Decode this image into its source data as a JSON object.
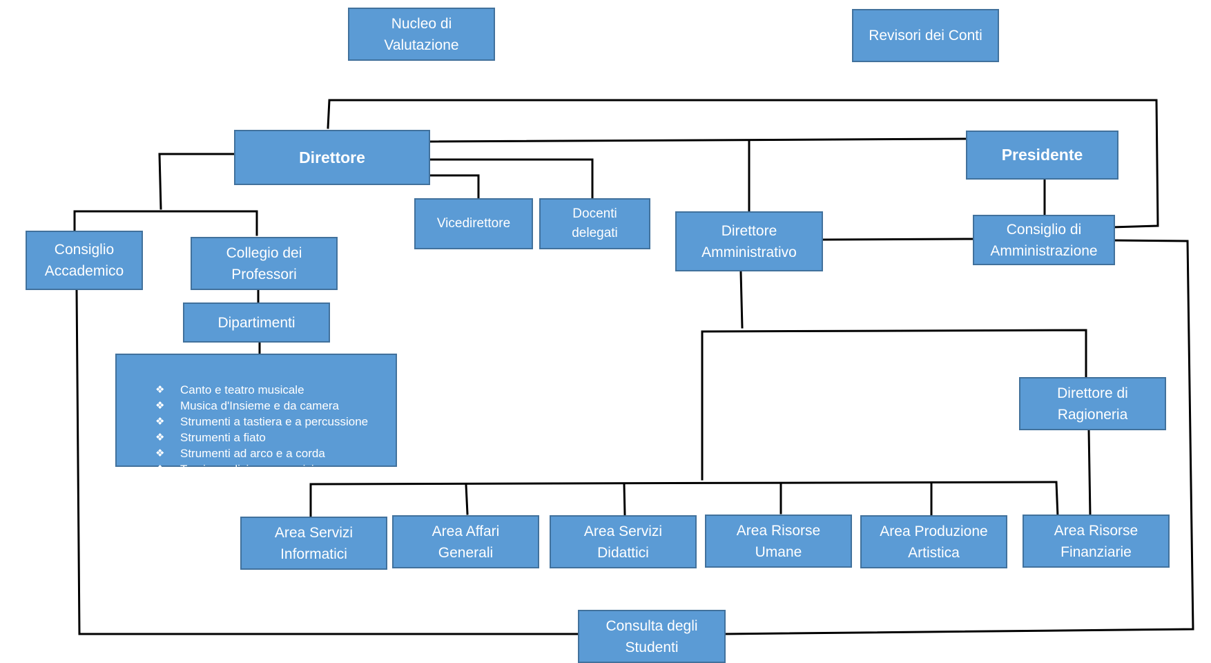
{
  "boxes": {
    "nucleo": "Nucleo di\nValutazione",
    "revisori": "Revisori dei Conti",
    "direttore": "Direttore",
    "presidente": "Presidente",
    "consiglio_accademico": "Consiglio\nAccademico",
    "collegio": "Collegio dei\nProfessori",
    "vicedirettore": "Vicedirettore",
    "docenti": "Docenti\ndelegati",
    "direttore_amministrativo": "Direttore\nAmministrativo",
    "consiglio_amministrazione": "Consiglio di\nAmministrazione",
    "dipartimenti": "Dipartimenti",
    "direttore_ragioneria": "Direttore di\nRagioneria",
    "area_servizi_informatici": "Area Servizi\nInformatici",
    "area_affari_generali": "Area Affari\nGenerali",
    "area_servizi_didattici": "Area Servizi\nDidattici",
    "area_risorse_umane": "Area Risorse\nUmane",
    "area_produzione_artistica": "Area Produzione\nArtistica",
    "area_risorse_finanziarie": "Area Risorse\nFinanziarie",
    "consulta": "Consulta degli\nStudenti"
  },
  "bullet_glyph": "❖",
  "departments": [
    "Canto e teatro musicale",
    "Musica d'Insieme e da camera",
    "Strumenti a tastiera e a percussione",
    "Strumenti a fiato",
    "Strumenti ad arco e a corda",
    "Teoria analisi e composizione"
  ],
  "colors": {
    "box_fill": "#5b9bd5",
    "box_border": "#41719c",
    "text": "#ffffff",
    "connector": "#000000"
  }
}
